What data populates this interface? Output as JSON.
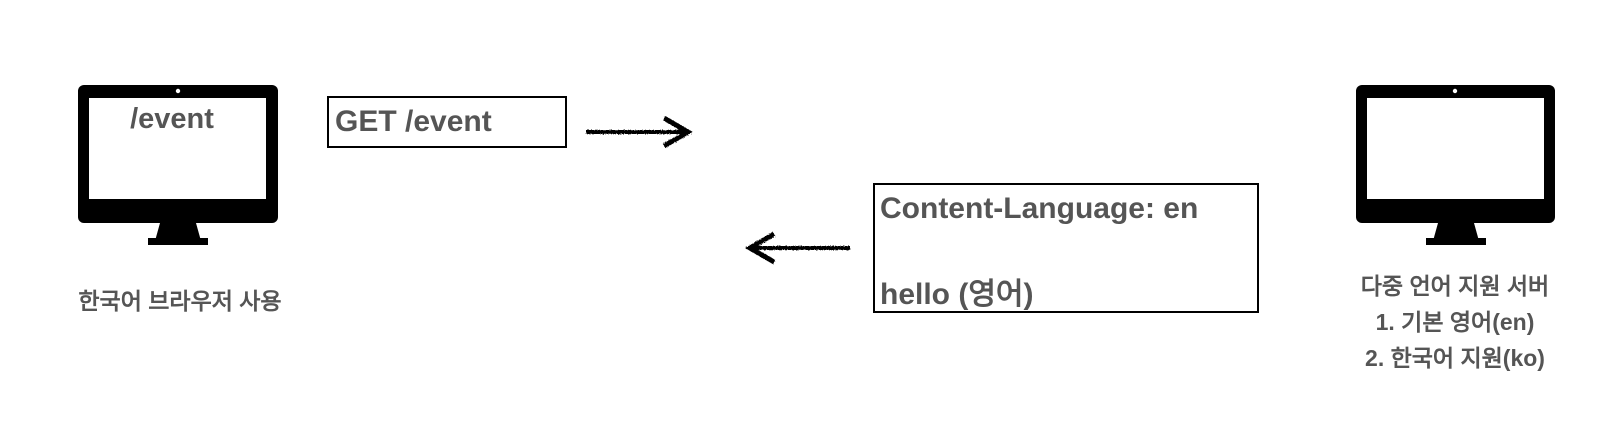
{
  "client": {
    "screen_text": "/event",
    "caption": "한국어 브라우저 사용"
  },
  "request": {
    "label": "GET /event"
  },
  "response": {
    "header_line": "Content-Language: en",
    "body_line": "hello (영어)"
  },
  "server": {
    "caption_lines": [
      "다중 언어 지원 서버",
      "1. 기본 영어(en)",
      "2. 한국어 지원(ko)"
    ]
  },
  "colors": {
    "text": "#555555",
    "stroke": "#000000",
    "background": "#ffffff"
  },
  "icons": [
    "client-monitor-icon",
    "server-monitor-icon",
    "right-arrow-icon",
    "left-arrow-icon"
  ]
}
